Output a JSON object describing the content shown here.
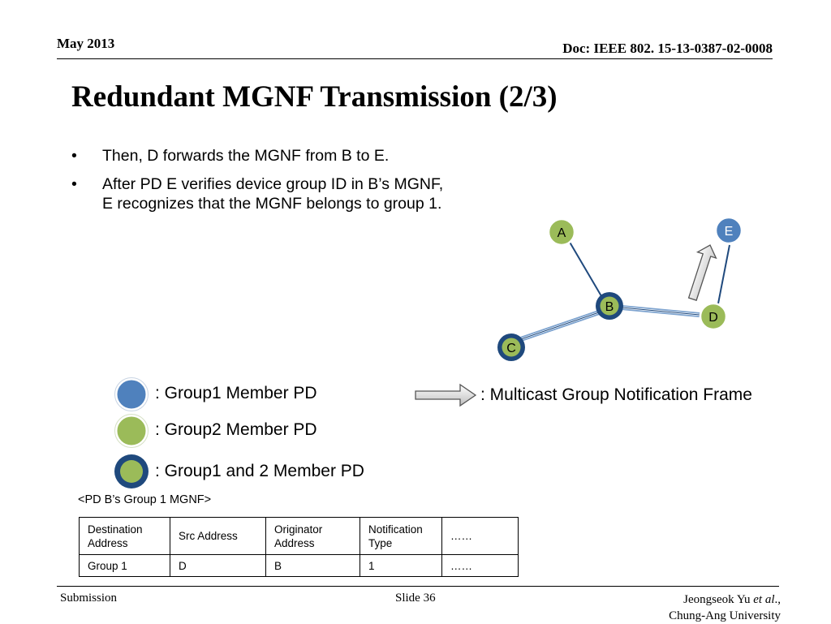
{
  "header": {
    "date": "May 2013",
    "doc": "Doc: IEEE 802. 15-13-0387-02-0008"
  },
  "title": "Redundant MGNF Transmission (2/3)",
  "bullets": [
    "Then, D forwards the MGNF from B to E.",
    "After PD E verifies device group ID in B’s MGNF, E recognizes that the MGNF belongs to group 1."
  ],
  "bullet_marker": "•",
  "network": {
    "nodes": [
      {
        "id": "A",
        "group": "group2"
      },
      {
        "id": "B",
        "group": "group1and2"
      },
      {
        "id": "C",
        "group": "group1and2"
      },
      {
        "id": "D",
        "group": "group2"
      },
      {
        "id": "E",
        "group": "group1"
      }
    ],
    "links": [
      [
        "A",
        "B"
      ],
      [
        "B",
        "C"
      ],
      [
        "B",
        "D"
      ],
      [
        "D",
        "E"
      ]
    ],
    "frame_arrow": {
      "from": "D",
      "to": "E"
    }
  },
  "legend": {
    "group1": ": Group1 Member PD",
    "group2": ": Group2 Member PD",
    "group1and2": ": Group1 and 2 Member PD",
    "frame": ": Multicast Group Notification Frame"
  },
  "colors": {
    "group1_fill": "#4f81bd",
    "group2_fill": "#9bbb59",
    "ring": "#1f497d"
  },
  "frame_caption": "<PD B’s Group 1 MGNF>",
  "table": {
    "headers": [
      "Destination Address",
      "Src Address",
      "Originator Address",
      "Notification Type",
      "……"
    ],
    "row": [
      "Group 1",
      "D",
      "B",
      "1",
      "……"
    ]
  },
  "footer": {
    "submission": "Submission",
    "slide": "Slide 36",
    "author_name": "Jeongseok Yu ",
    "author_etal": "et al",
    "author_suffix": ".,",
    "affiliation": "Chung-Ang University"
  }
}
